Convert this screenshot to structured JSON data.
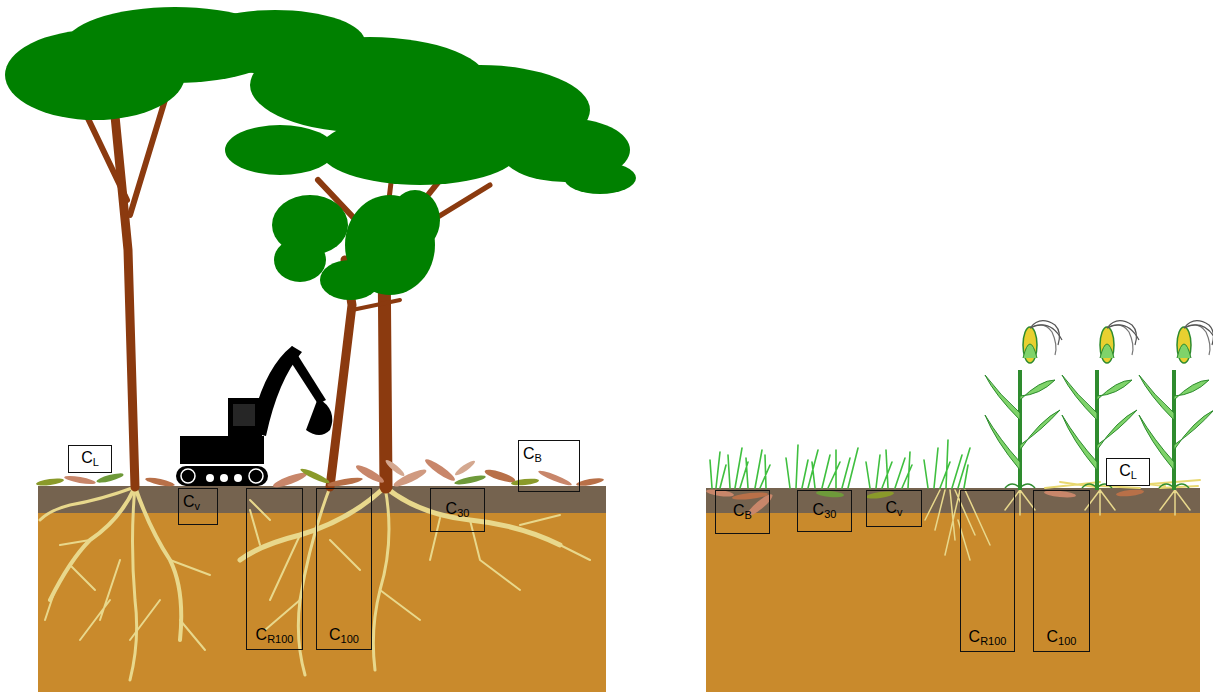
{
  "diagram": {
    "nodes": [
      {
        "text": [
          "CL"
        ]
      },
      {
        "text": [
          "Cv"
        ]
      },
      {
        "text": [
          "CR100"
        ]
      },
      {
        "text": [
          "C100"
        ]
      },
      {
        "text": [
          "C30"
        ]
      },
      {
        "text": [
          "CB"
        ]
      },
      {
        "text": [
          "CB"
        ]
      },
      {
        "text": [
          "C30"
        ]
      },
      {
        "text": [
          "Cv"
        ]
      },
      {
        "text": [
          "CR100"
        ]
      },
      {
        "text": [
          "C100"
        ]
      },
      {
        "text": [
          "CL"
        ]
      }
    ]
  }
}
